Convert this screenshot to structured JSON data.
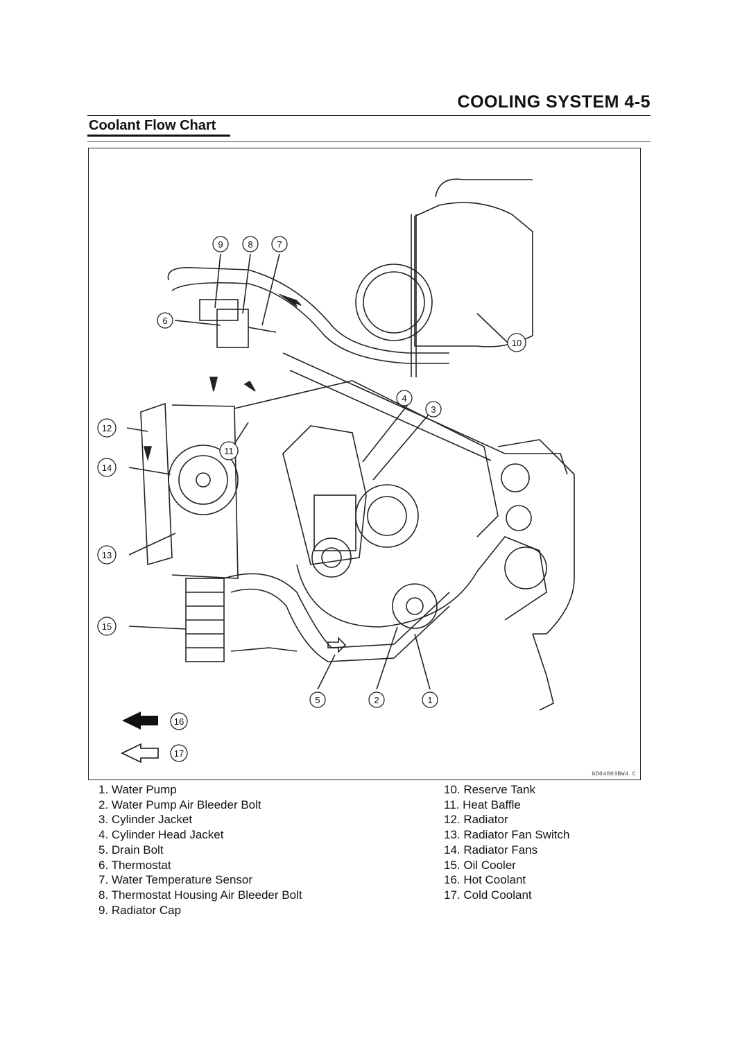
{
  "header": {
    "title": "COOLING SYSTEM 4-5"
  },
  "section": {
    "title": "Coolant Flow Chart"
  },
  "figure": {
    "code": "GD04003BW4 C",
    "callouts": [
      "1",
      "2",
      "3",
      "4",
      "5",
      "6",
      "7",
      "8",
      "9",
      "10",
      "11",
      "12",
      "13",
      "14",
      "15",
      "16",
      "17"
    ]
  },
  "legend": {
    "left": [
      "1. Water Pump",
      "2. Water Pump Air Bleeder Bolt",
      "3. Cylinder Jacket",
      "4. Cylinder Head Jacket",
      "5. Drain Bolt",
      "6. Thermostat",
      "7. Water Temperature Sensor",
      "8. Thermostat Housing Air Bleeder Bolt",
      "9. Radiator Cap"
    ],
    "right": [
      "10. Reserve Tank",
      "11. Heat Baffle",
      "12. Radiator",
      "13. Radiator Fan Switch",
      "14. Radiator Fans",
      "15. Oil Cooler",
      "16. Hot Coolant",
      "17. Cold Coolant"
    ]
  }
}
